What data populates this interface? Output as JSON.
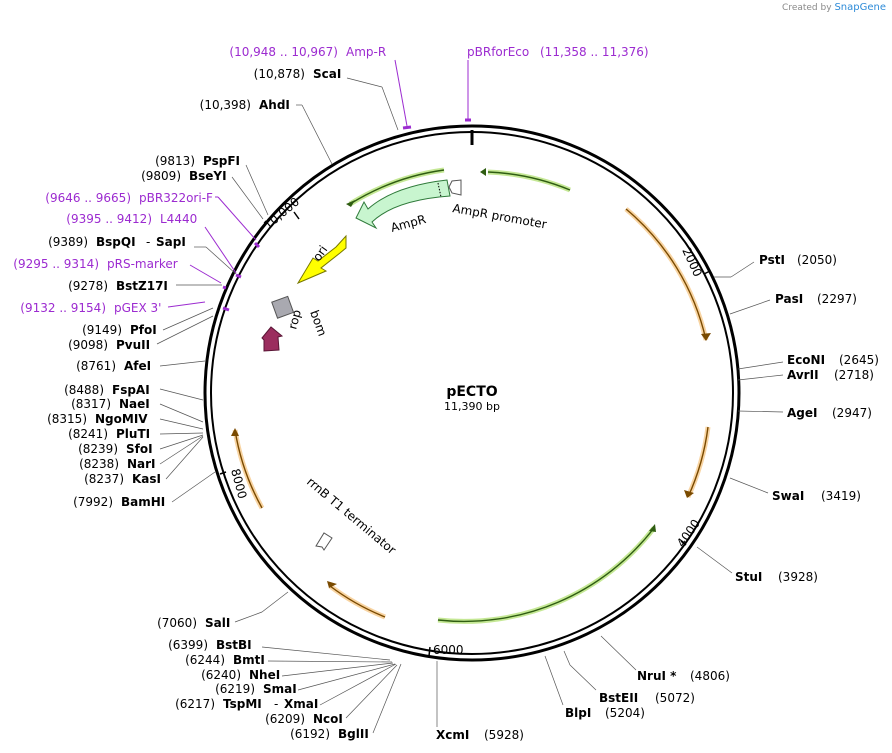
{
  "credit": {
    "prefix": "Created by",
    "brand": "SnapGene"
  },
  "plasmid": {
    "name": "pECTO",
    "size_label": "11,390 bp",
    "size": 11390
  },
  "ticks": [
    "10,000",
    "2000",
    "4000",
    "6000",
    "8000"
  ],
  "features": {
    "ampr_label": "AmpR",
    "ampr_promoter_label": "AmpR promoter",
    "ori_label": "ori",
    "bom_label": "bom",
    "rop_label": "rop",
    "rrnb_label": "rrnB T1 terminator"
  },
  "primers": [
    {
      "name": "Amp-R",
      "range": "(10,948 .. 10,967)"
    },
    {
      "name": "pBRforEco",
      "range": "(11,358 .. 11,376)"
    },
    {
      "name": "pBR322ori-F",
      "range": "(9646 .. 9665)"
    },
    {
      "name": "L4440",
      "range": "(9395 .. 9412)"
    },
    {
      "name": "pRS-marker",
      "range": "(9295 .. 9314)"
    },
    {
      "name": "pGEX 3'",
      "range": "(9132 .. 9154)"
    }
  ],
  "sites_left": [
    {
      "name": "ScaI",
      "pos": "(10,878)"
    },
    {
      "name": "AhdI",
      "pos": "(10,398)"
    },
    {
      "name": "PspFI",
      "pos": "(9813)"
    },
    {
      "name": "BseYI",
      "pos": "(9809)"
    },
    {
      "name": "BspQI",
      "pos": "(9389)",
      "extra": "SapI"
    },
    {
      "name": "BstZ17I",
      "pos": "(9278)"
    },
    {
      "name": "PfoI",
      "pos": "(9149)"
    },
    {
      "name": "PvuII",
      "pos": "(9098)"
    },
    {
      "name": "AfeI",
      "pos": "(8761)"
    },
    {
      "name": "FspAI",
      "pos": "(8488)"
    },
    {
      "name": "NaeI",
      "pos": "(8317)"
    },
    {
      "name": "NgoMIV",
      "pos": "(8315)"
    },
    {
      "name": "PluTI",
      "pos": "(8241)"
    },
    {
      "name": "SfoI",
      "pos": "(8239)"
    },
    {
      "name": "NarI",
      "pos": "(8238)"
    },
    {
      "name": "KasI",
      "pos": "(8237)"
    },
    {
      "name": "BamHI",
      "pos": "(7992)"
    },
    {
      "name": "SalI",
      "pos": "(7060)"
    },
    {
      "name": "BstBI",
      "pos": "(6399)"
    },
    {
      "name": "BmtI",
      "pos": "(6244)"
    },
    {
      "name": "NheI",
      "pos": "(6240)"
    },
    {
      "name": "SmaI",
      "pos": "(6219)"
    },
    {
      "name": "TspMI",
      "pos": "(6217)",
      "extra": "XmaI"
    },
    {
      "name": "NcoI",
      "pos": "(6209)"
    },
    {
      "name": "BglII",
      "pos": "(6192)"
    }
  ],
  "sites_right": [
    {
      "name": "PstI",
      "pos": "(2050)"
    },
    {
      "name": "PasI",
      "pos": "(2297)"
    },
    {
      "name": "EcoNI",
      "pos": "(2645)"
    },
    {
      "name": "AvrII",
      "pos": "(2718)"
    },
    {
      "name": "AgeI",
      "pos": "(2947)"
    },
    {
      "name": "SwaI",
      "pos": "(3419)"
    },
    {
      "name": "StuI",
      "pos": "(3928)"
    },
    {
      "name": "NruI *",
      "pos": "(4806)"
    },
    {
      "name": "BstEII",
      "pos": "(5072)"
    },
    {
      "name": "BlpI",
      "pos": "(5204)"
    },
    {
      "name": "XcmI",
      "pos": "(5928)"
    }
  ]
}
